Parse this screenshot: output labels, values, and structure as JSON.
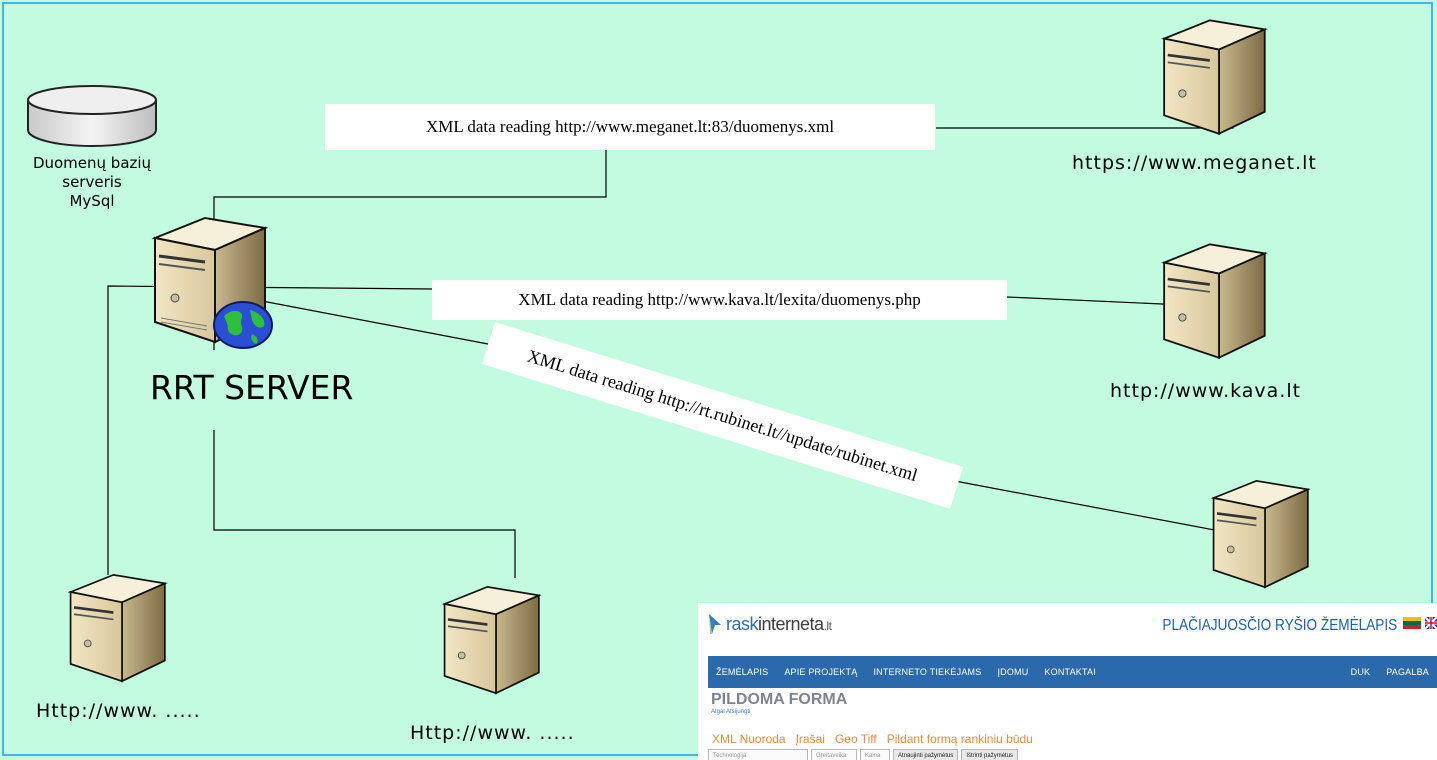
{
  "db_label": {
    "line1": "Duomenų bazių",
    "line2": "serveris",
    "line3": "MySql"
  },
  "rrt_label": "RRT SERVER",
  "links": [
    {
      "text": "XML data reading http://www.meganet.lt:83/duomenys.xml"
    },
    {
      "text": "XML data reading http://www.kava.lt/lexita/duomenys.php"
    },
    {
      "text": "XML data reading http://rt.rubinet.lt//update/rubinet.xml"
    }
  ],
  "servers": {
    "meganet": "https://www.meganet.lt",
    "kava": "http://www.kava.lt",
    "client1": "Http://www. .....",
    "client2": "Http://www. ....."
  },
  "website": {
    "logo_main": "rask",
    "logo_accent": "interneta",
    "logo_suffix": ".lt",
    "map_title": "PLAČIAJUOSČIO RYŠIO ŽEMĖLAPIS",
    "nav": [
      "ŽEMĖLAPIS",
      "APIE PROJEKTĄ",
      "INTERNETO TIEKĖJAMS",
      "ĮDOMU",
      "KONTAKTAI"
    ],
    "nav_right": [
      "DUK",
      "PAGALBA"
    ],
    "page_title": "PILDOMA FORMA",
    "back_links": "Atgal   Atsijungti",
    "tabs": [
      "XML Nuoroda",
      "Įrašai",
      "Geo Tiff",
      "Pildant formą rankiniu būdu"
    ],
    "filters": [
      "Technologija",
      "Greitaveika",
      "Kaina",
      "Atnaujinti pažymėtus",
      "Ištrinti pažymėtus"
    ]
  },
  "colors": {
    "background": "#c2fbe0",
    "frame": "#4bb4e0",
    "nav": "#2b69ad",
    "tabs": "#e8893a"
  }
}
